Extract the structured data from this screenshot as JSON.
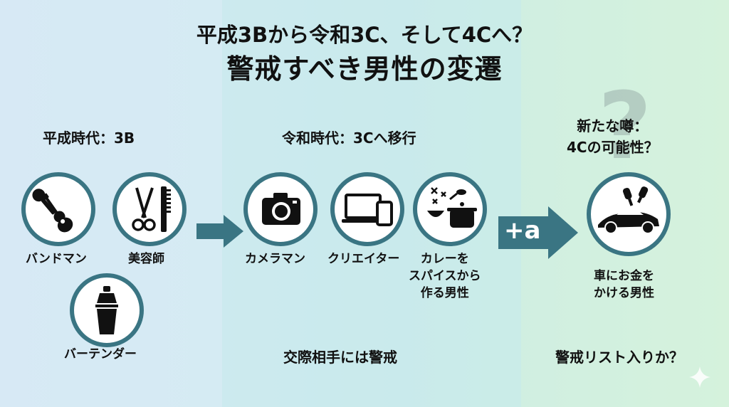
{
  "title": {
    "line1": "平成3Bから令和3C、そして4Cへ？",
    "line2": "警戒すべき男性の変遷"
  },
  "heisei": {
    "heading": "平成時代：3B",
    "items": [
      {
        "label": "バンドマン",
        "icon": "microphone-guitar-icon"
      },
      {
        "label": "美容師",
        "icon": "scissors-comb-icon"
      },
      {
        "label": "バーテンダー",
        "icon": "cocktail-shaker-icon"
      }
    ]
  },
  "reiwa": {
    "heading": "令和時代：3Cへ移行",
    "items": [
      {
        "label": "カメラマン",
        "icon": "camera-icon"
      },
      {
        "label": "クリエイター",
        "icon": "laptop-tablet-icon"
      },
      {
        "label": "カレーを\nスパイスから\n作る男性",
        "icon": "spice-pot-icon"
      }
    ],
    "caption": "交際相手には警戒"
  },
  "plus_label": "+a",
  "rumor": {
    "heading": "新たな噂：\n4Cの可能性？",
    "item": {
      "label": "車にお金を\nかける男性",
      "icon": "sports-car-keys-icon"
    },
    "caption": "警戒リスト入りか？"
  },
  "colors": {
    "accent": "#3a7583",
    "text": "#111111"
  }
}
